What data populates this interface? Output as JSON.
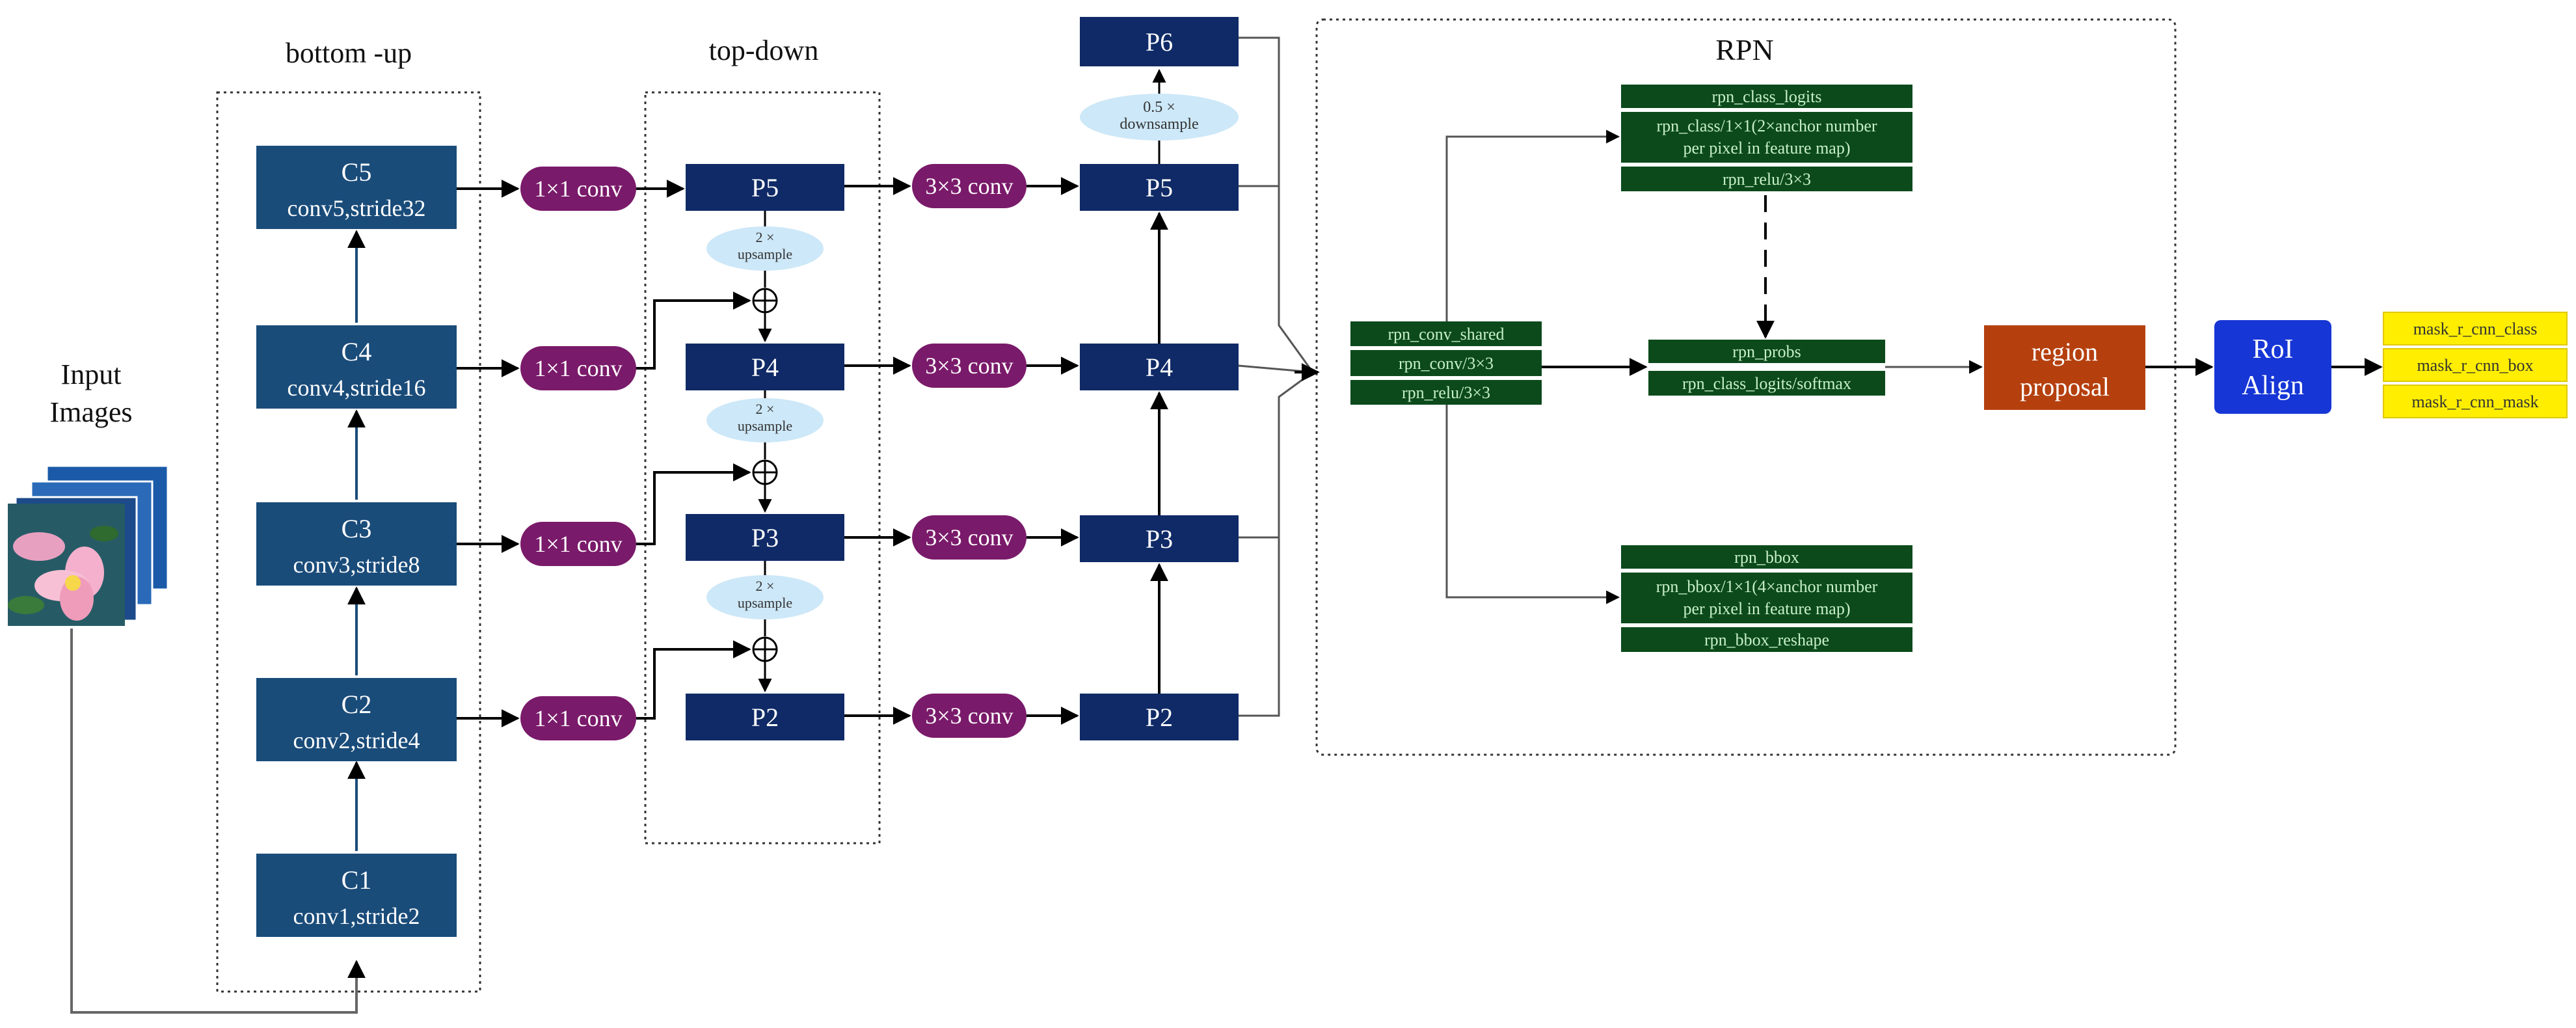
{
  "sections": {
    "bottom_up": "bottom -up",
    "top_down": "top-down",
    "rpn": "RPN"
  },
  "input": {
    "line1": "Input",
    "line2": "Images"
  },
  "backbone": [
    {
      "name": "C5",
      "detail": "conv5,stride32"
    },
    {
      "name": "C4",
      "detail": "conv4,stride16"
    },
    {
      "name": "C3",
      "detail": "conv3,stride8"
    },
    {
      "name": "C2",
      "detail": "conv2,stride4"
    },
    {
      "name": "C1",
      "detail": "conv1,stride2"
    }
  ],
  "lateral_conv": "1×1 conv",
  "smooth_conv": "3×3 conv",
  "topdown_levels": [
    "P5",
    "P4",
    "P3",
    "P2"
  ],
  "output_levels": [
    "P6",
    "P5",
    "P4",
    "P3",
    "P2"
  ],
  "upsample": {
    "line1": "2 ×",
    "line2": "upsample"
  },
  "downsample": {
    "line1": "0.5 ×",
    "line2": "downsample"
  },
  "rpn_shared": [
    "rpn_conv_shared",
    "rpn_conv/3×3",
    "rpn_relu/3×3"
  ],
  "rpn_class": [
    "rpn_class_logits",
    "rpn_class/1×1(2×anchor number",
    "per pixel in feature map)",
    "rpn_relu/3×3"
  ],
  "rpn_probs": [
    "rpn_probs",
    "rpn_class_logits/softmax"
  ],
  "rpn_bbox": [
    "rpn_bbox",
    "rpn_bbox/1×1(4×anchor number",
    "per pixel in feature map)",
    "rpn_bbox_reshape"
  ],
  "region_proposal": {
    "line1": "region",
    "line2": "proposal"
  },
  "roi_align": {
    "line1": "RoI",
    "line2": "Align"
  },
  "outputs": [
    "mask_r_cnn_class",
    "mask_r_cnn_box",
    "mask_r_cnn_mask"
  ],
  "colors": {
    "navy": "#0f2a66",
    "steel": "#1a4c7a",
    "magenta": "#7a1a6a",
    "sky": "#cde8f8",
    "rpn_green": "#0c4a1c",
    "proposal": "#b5400e",
    "roi_blue": "#1636d6",
    "yellow": "#ffee00"
  }
}
